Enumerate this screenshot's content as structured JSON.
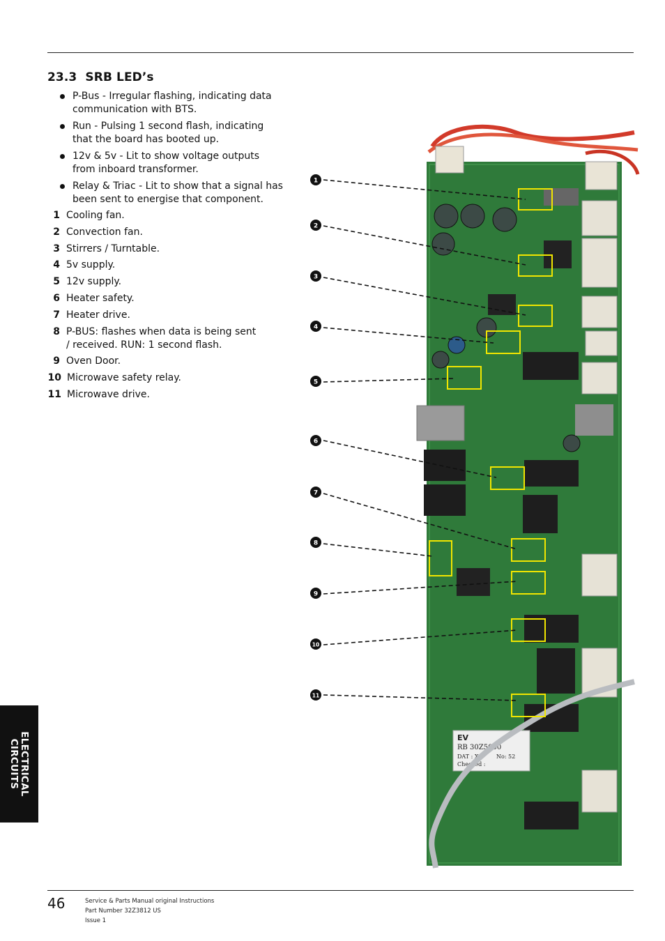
{
  "section": {
    "number": "23.3",
    "title": "SRB LED’s"
  },
  "bullets": [
    "P-Bus - Irregular flashing, indicating data communication with BTS.",
    "Run - Pulsing 1 second flash, indicating that the board has booted up.",
    "12v & 5v - Lit to show voltage outputs from inboard transformer.",
    "Relay & Triac - Lit to show that a signal has been sent to energise that component."
  ],
  "legend": [
    {
      "num": "1",
      "text": "Cooling fan."
    },
    {
      "num": "2",
      "text": "Convection fan."
    },
    {
      "num": "3",
      "text": "Stirrers / Turntable."
    },
    {
      "num": "4",
      "text": "5v supply."
    },
    {
      "num": "5",
      "text": "12v supply."
    },
    {
      "num": "6",
      "text": "Heater safety."
    },
    {
      "num": "7",
      "text": "Heater drive."
    },
    {
      "num": "8",
      "text": "P-BUS: flashes when data is being sent / received. RUN: 1 second flash."
    },
    {
      "num": "9",
      "text": "Oven Door."
    },
    {
      "num": "10",
      "text": "Microwave safety relay."
    },
    {
      "num": "11",
      "text": "Microwave drive."
    }
  ],
  "callouts": [
    "1",
    "2",
    "3",
    "4",
    "5",
    "6",
    "7",
    "8",
    "9",
    "10",
    "11"
  ],
  "side_tab": {
    "line1": "ELECTRICAL",
    "line2": "CIRCUITS"
  },
  "footer": {
    "page_number": "46",
    "line1": "Service & Parts Manual original Instructions",
    "line2": "Part Number 32Z3812 US",
    "line3": "Issue 1"
  },
  "board_label": {
    "l1": "EV",
    "l2": "RB 30Z5000",
    "l3": "DAT : X8",
    "l4": "No: 52",
    "l5": "Checked :"
  },
  "colors": {
    "board": "#2f7a3a",
    "highlight": "#f2e600",
    "callout": "#111111"
  }
}
